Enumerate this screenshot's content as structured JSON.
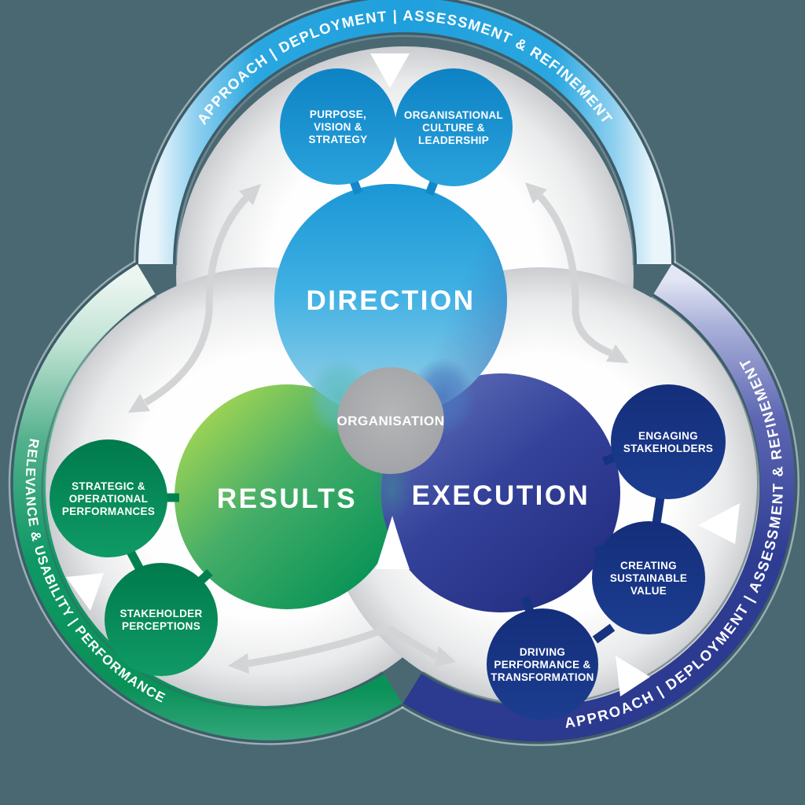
{
  "background_color": "#4a6872",
  "rings": {
    "top": {
      "text": "APPROACH | DEPLOYMENT | ASSESSMENT & REFINEMENT",
      "color": "#29a8e0"
    },
    "right": {
      "text": "APPROACH | DEPLOYMENT | ASSESSMENT & REFINEMENT",
      "color": "#2b3a8f"
    },
    "left": {
      "text": "RELEVANCE & USABILITY | PERFORMANCE",
      "color": "#009a62"
    }
  },
  "center_circle": {
    "label": "ORGANISATION",
    "color": "#a9abad"
  },
  "main_circles": {
    "direction": {
      "label": "DIRECTION",
      "color": "#29a4de"
    },
    "results": {
      "label": "RESULTS",
      "color": "#37a45f"
    },
    "execution": {
      "label": "EXECUTION",
      "color": "#2b3a8f"
    }
  },
  "satellites": {
    "purpose": {
      "lines": [
        "PURPOSE,",
        "VISION &",
        "STRATEGY"
      ],
      "color": "#1487c8"
    },
    "culture": {
      "lines": [
        "ORGANISATIONAL",
        "CULTURE &",
        "LEADERSHIP"
      ],
      "color": "#1487c8"
    },
    "engaging": {
      "lines": [
        "ENGAGING",
        "STAKEHOLDERS"
      ],
      "color": "#16337f"
    },
    "creating": {
      "lines": [
        "CREATING",
        "SUSTAINABLE",
        "VALUE"
      ],
      "color": "#16337f"
    },
    "driving": {
      "lines": [
        "DRIVING",
        "PERFORMANCE &",
        "TRANSFORMATION"
      ],
      "color": "#16337f"
    },
    "strategic": {
      "lines": [
        "STRATEGIC &",
        "OPERATIONAL",
        "PERFORMANCES"
      ],
      "color": "#00814f"
    },
    "stakeholder": {
      "lines": [
        "STAKEHOLDER",
        "PERCEPTIONS"
      ],
      "color": "#00814f"
    }
  }
}
